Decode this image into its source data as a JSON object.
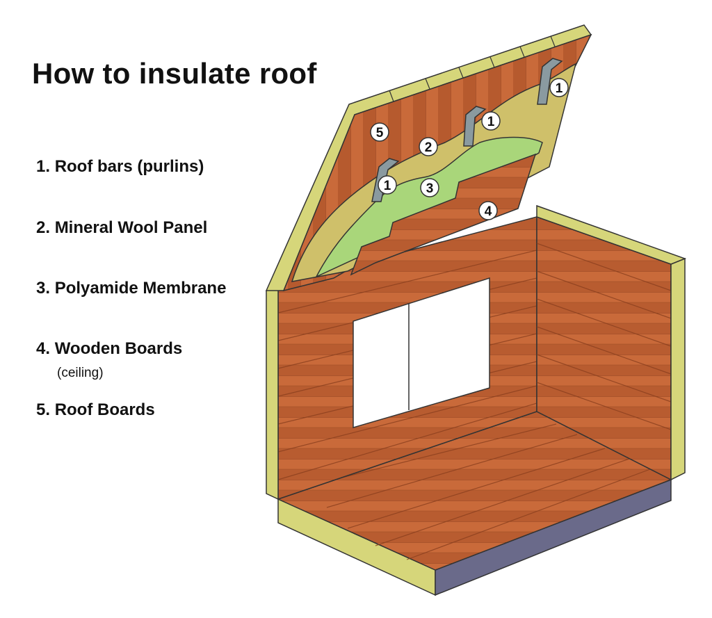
{
  "title": "How to insulate roof",
  "legend": [
    {
      "number": "1.",
      "label": "Roof bars (purlins)"
    },
    {
      "number": "2.",
      "label": "Mineral Wool Panel"
    },
    {
      "number": "3.",
      "label": "Polyamide Membrane"
    },
    {
      "number": "4.",
      "label": "Wooden Boards",
      "note": "(ceiling)"
    },
    {
      "number": "5.",
      "label": "Roof Boards"
    }
  ],
  "badges": [
    "1",
    "1",
    "1",
    "2",
    "3",
    "4",
    "5"
  ],
  "colors": {
    "wood": "#c96a3a",
    "wood_dark": "#a8522a",
    "edge": "#d6d67a",
    "wool": "#cfc06a",
    "membrane": "#a9d67a",
    "purlin": "#8a9aa0",
    "base": "#6a6a8a"
  }
}
